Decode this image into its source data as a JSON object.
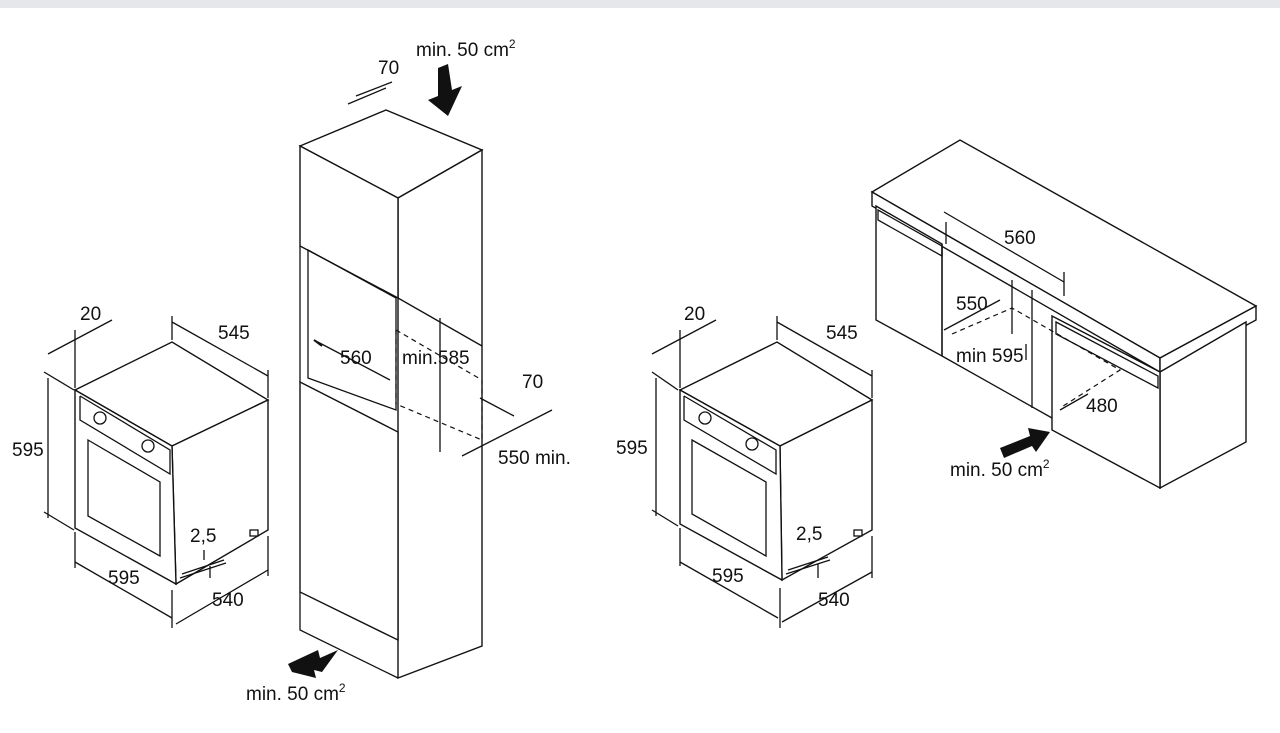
{
  "panels": {
    "oven_left": {
      "depth_top": "545",
      "panel_thickness": "20",
      "height": "595",
      "width": "595",
      "depth_body": "540",
      "foot_gap": "2,5"
    },
    "tall_cabinet": {
      "vent_top": "min. 50 cm",
      "vent_top_sup": "2",
      "rear_gap_top": "70",
      "niche_width": "560",
      "niche_height": "min.585",
      "rear_gap": "70",
      "depth": "550 min.",
      "vent_bottom": "min. 50 cm",
      "vent_bottom_sup": "2"
    },
    "oven_right": {
      "depth_top": "545",
      "panel_thickness": "20",
      "height": "595",
      "width": "595",
      "depth_body": "540",
      "foot_gap": "2,5"
    },
    "undercounter": {
      "niche_width": "560",
      "niche_depth": "550",
      "niche_height": "min 595",
      "back_cutout": "480",
      "vent_front": "min. 50 cm",
      "vent_front_sup": "2"
    }
  }
}
